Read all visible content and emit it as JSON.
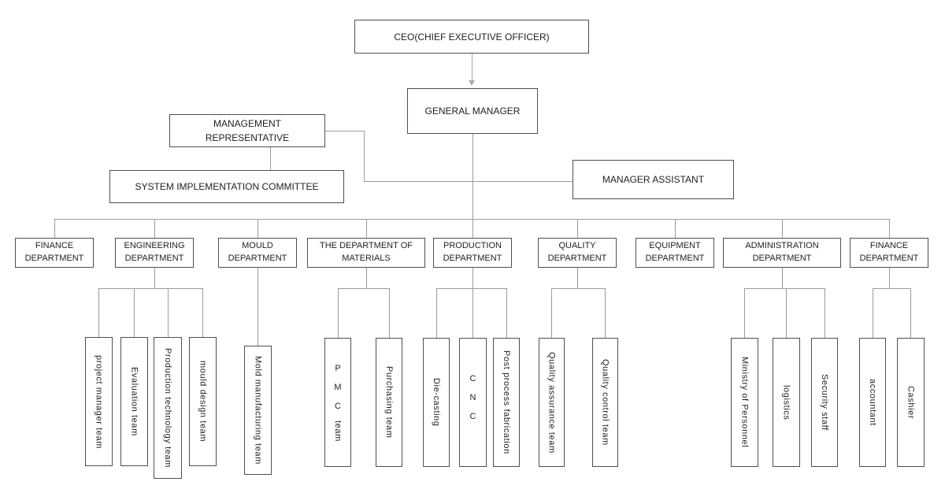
{
  "colors": {
    "background": "#ffffff",
    "box_border": "#4f4f4f",
    "connector": "#9b9b9b",
    "arrow": "#ababab",
    "text": "#1f1f1f"
  },
  "nodes": {
    "ceo": {
      "label": "CEO(CHIEF EXECUTIVE OFFICER)"
    },
    "general_manager": {
      "label": "GENERAL MANAGER"
    },
    "management_representative": {
      "label": "MANAGEMENT REPRESENTATIVE"
    },
    "system_implementation_committee": {
      "label": "SYSTEM IMPLEMENTATION COMMITTEE"
    },
    "manager_assistant": {
      "label": "MANAGER ASSISTANT"
    }
  },
  "departments": [
    {
      "label": "FINANCE DEPARTMENT"
    },
    {
      "label": "ENGINEERING DEPARTMENT"
    },
    {
      "label": "MOULD DEPARTMENT"
    },
    {
      "label": "THE DEPARTMENT OF MATERIALS"
    },
    {
      "label": "PRODUCTION DEPARTMENT"
    },
    {
      "label": "QUALITY DEPARTMENT"
    },
    {
      "label": "EQUIPMENT DEPARTMENT"
    },
    {
      "label": "ADMINISTRATION DEPARTMENT"
    },
    {
      "label": "FINANCE DEPARTMENT"
    }
  ],
  "teams": {
    "engineering": [
      {
        "label": "project manager team"
      },
      {
        "label": "Evaluation team"
      },
      {
        "label": "Production technology team"
      },
      {
        "label": "mould design team"
      }
    ],
    "mould": [
      {
        "label": "Mold manufacturing team"
      }
    ],
    "materials": [
      {
        "upright": "P M C",
        "label": "team"
      },
      {
        "label": "Purchasing team"
      }
    ],
    "production": [
      {
        "label": "Die-casting"
      },
      {
        "upright": "C N C",
        "label": ""
      },
      {
        "label": "Post process fabrication"
      }
    ],
    "quality": [
      {
        "label": "Quality assurance team"
      },
      {
        "label": "Quality control team"
      }
    ],
    "administration": [
      {
        "label": "Ministry of Personnel"
      },
      {
        "label": "logistics"
      },
      {
        "label": "Security staff"
      }
    ],
    "finance": [
      {
        "label": "accountant"
      },
      {
        "label": "Cashier"
      }
    ]
  }
}
